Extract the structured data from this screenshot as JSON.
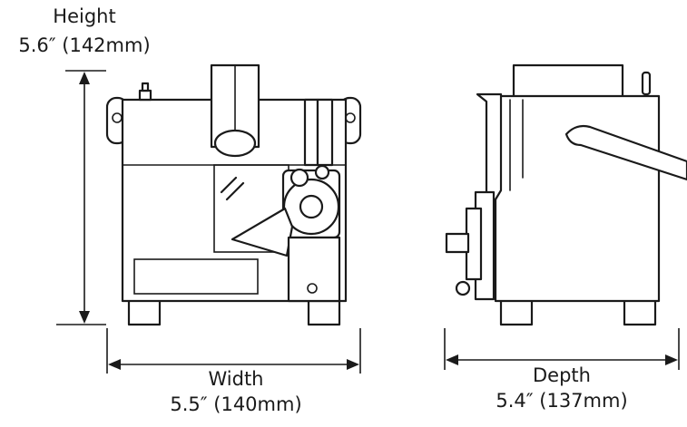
{
  "dimensions": {
    "height": {
      "label": "Height",
      "value": "5.6″ (142mm)"
    },
    "width": {
      "label": "Width",
      "value": "5.5″ (140mm)"
    },
    "depth": {
      "label": "Depth",
      "value": "5.4″ (137mm)"
    }
  },
  "colors": {
    "line": "#1a1a1a",
    "background": "#ffffff"
  }
}
